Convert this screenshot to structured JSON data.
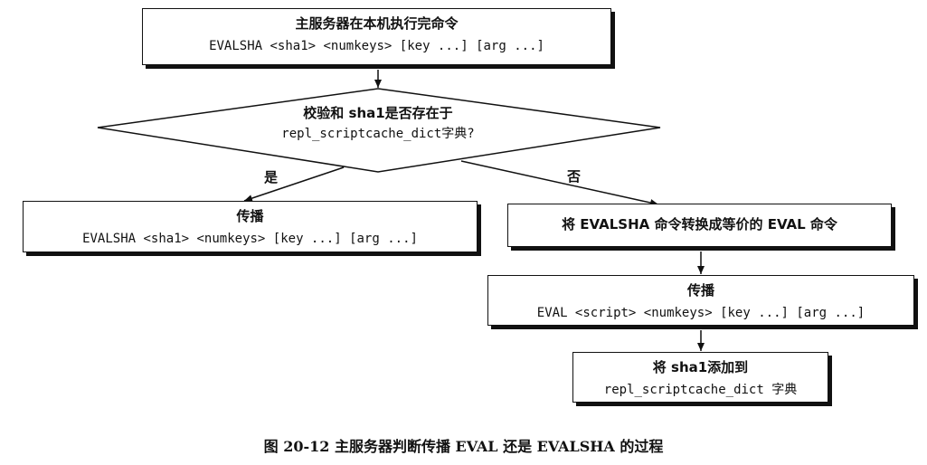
{
  "diagram": {
    "top_box": {
      "line1": "主服务器在本机执行完命令",
      "line2": "EVALSHA <sha1> <numkeys> [key ...] [arg ...]"
    },
    "decision": {
      "line1": "校验和 sha1是否存在于",
      "line2": "repl_scriptcache_dict字典?"
    },
    "yes_label": "是",
    "no_label": "否",
    "yes_box": {
      "line1": "传播",
      "line2": "EVALSHA <sha1> <numkeys> [key ...] [arg ...]"
    },
    "convert_box": {
      "text": "将 EVALSHA 命令转换成等价的 EVAL 命令"
    },
    "propagate_eval_box": {
      "line1": "传播",
      "line2": "EVAL <script> <numkeys> [key ...] [arg ...]"
    },
    "add_box": {
      "line1": "将 sha1添加到",
      "line2": "repl_scriptcache_dict 字典"
    }
  },
  "caption": "图 20-12   主服务器判断传播 EVAL 还是 EVALSHA 的过程"
}
